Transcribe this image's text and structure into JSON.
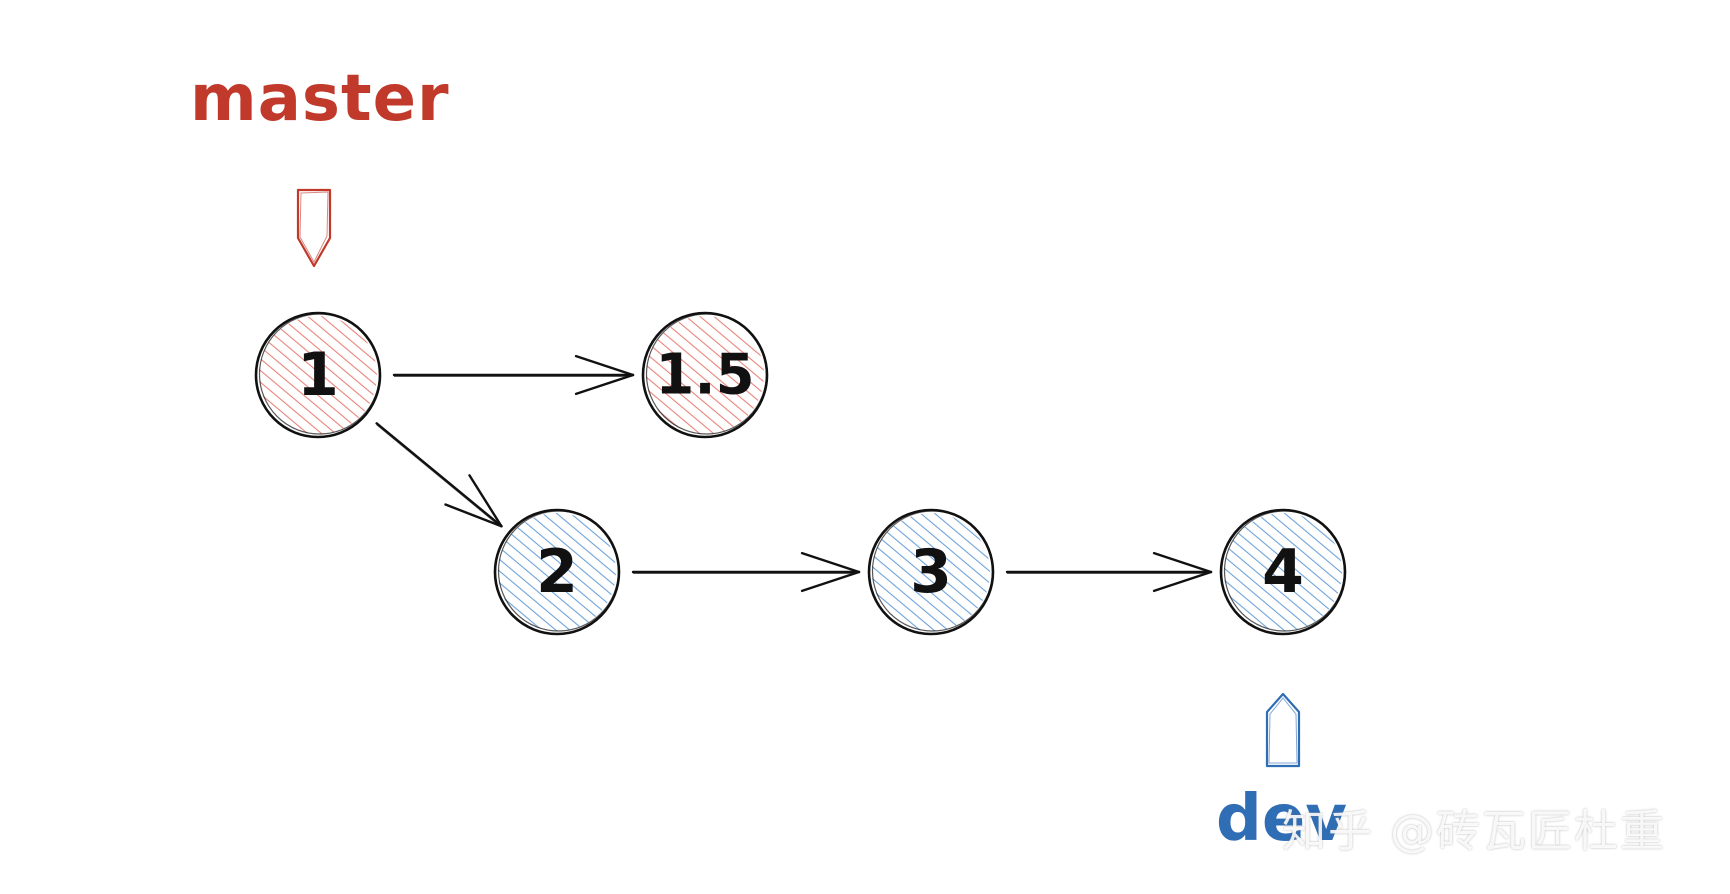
{
  "colors": {
    "master": "#c0392b",
    "dev": "#2f6db5",
    "master_fill": "#e8847a",
    "dev_fill": "#6ea3d8",
    "ink": "#111111"
  },
  "branches": {
    "master": {
      "label": "master"
    },
    "dev": {
      "label": "dev"
    }
  },
  "nodes": [
    {
      "id": "n1",
      "label": "1",
      "branch": "master"
    },
    {
      "id": "n15",
      "label": "1.5",
      "branch": "master"
    },
    {
      "id": "n2",
      "label": "2",
      "branch": "dev"
    },
    {
      "id": "n3",
      "label": "3",
      "branch": "dev"
    },
    {
      "id": "n4",
      "label": "4",
      "branch": "dev"
    }
  ],
  "edges": [
    {
      "from": "n1",
      "to": "n15"
    },
    {
      "from": "n1",
      "to": "n2"
    },
    {
      "from": "n2",
      "to": "n3"
    },
    {
      "from": "n3",
      "to": "n4"
    }
  ],
  "watermark": {
    "text": "知乎 @砖瓦匠杜重"
  }
}
